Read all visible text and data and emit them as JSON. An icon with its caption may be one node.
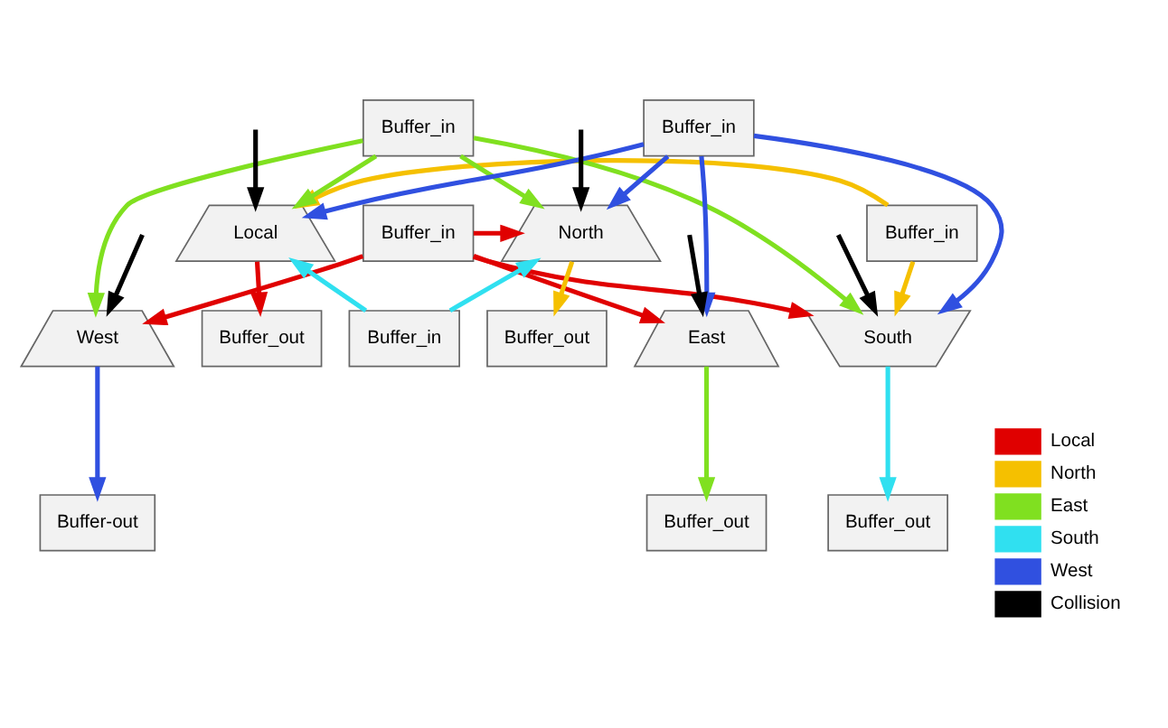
{
  "diagram": {
    "nodes": [
      {
        "text": [
          "Buffer_out"
        ]
      },
      {
        "text": [
          "Local"
        ]
      },
      {
        "text": [
          "Buffer_in"
        ]
      },
      {
        "text": [
          "Buffer_out"
        ]
      },
      {
        "text": [
          "North"
        ]
      },
      {
        "text": [
          "Buffer_in"
        ]
      },
      {
        "text": [
          "East"
        ]
      },
      {
        "text": [
          "Buffer_in"
        ]
      },
      {
        "text": [
          "Buffer_out"
        ]
      },
      {
        "text": [
          "Buffer-out"
        ]
      },
      {
        "text": [
          "West"
        ]
      },
      {
        "text": [
          "Buffer_in"
        ]
      },
      {
        "text": [
          "South"
        ]
      },
      {
        "text": [
          "Buffer_in"
        ]
      },
      {
        "text": [
          "Buffer_out"
        ]
      }
    ],
    "edges": [
      {
        "from": 1,
        "to": 0,
        "arrow": "to",
        "color": "#e00000"
      },
      {
        "from": 4,
        "to": 3,
        "arrow": "to",
        "color": "#f5c000"
      },
      {
        "from": 6,
        "to": 8,
        "arrow": "to",
        "color": "#80e020"
      },
      {
        "from": 10,
        "to": 9,
        "arrow": "to",
        "color": "#3050e0"
      },
      {
        "from": 12,
        "to": 14,
        "arrow": "to",
        "color": "#30e0f0"
      },
      {
        "from": 2,
        "to": 4,
        "arrow": "to",
        "color": "#e00000"
      },
      {
        "from": 2,
        "to": 6,
        "arrow": "to",
        "color": "#e00000"
      },
      {
        "from": 2,
        "to": 12,
        "arrow": "to",
        "color": "#e00000"
      },
      {
        "from": 2,
        "to": 10,
        "arrow": "to",
        "color": "#e00000"
      },
      {
        "from": 5,
        "to": 1,
        "arrow": "to",
        "color": "#f5c000"
      },
      {
        "from": 5,
        "to": 12,
        "arrow": "to",
        "color": "#f5c000"
      },
      {
        "from": 7,
        "to": 1,
        "arrow": "to",
        "color": "#80e020"
      },
      {
        "from": 7,
        "to": 4,
        "arrow": "to",
        "color": "#80e020"
      },
      {
        "from": 7,
        "to": 12,
        "arrow": "to",
        "color": "#80e020"
      },
      {
        "from": 7,
        "to": 10,
        "arrow": "to",
        "color": "#80e020"
      },
      {
        "from": 11,
        "to": 1,
        "arrow": "to",
        "color": "#3050e0"
      },
      {
        "from": 11,
        "to": 4,
        "arrow": "to",
        "color": "#3050e0"
      },
      {
        "from": 11,
        "to": 6,
        "arrow": "to",
        "color": "#3050e0"
      },
      {
        "from": 11,
        "to": 12,
        "arrow": "to",
        "color": "#3050e0"
      },
      {
        "from": 13,
        "to": 1,
        "arrow": "to",
        "color": "#30e0f0"
      },
      {
        "from": 13,
        "to": 4,
        "arrow": "to",
        "color": "#30e0f0"
      },
      {
        "from": null,
        "to": 1,
        "arrow": "to",
        "color": "#000000"
      },
      {
        "from": null,
        "to": 4,
        "arrow": "to",
        "color": "#000000"
      },
      {
        "from": null,
        "to": 6,
        "arrow": "to",
        "color": "#000000"
      },
      {
        "from": null,
        "to": 10,
        "arrow": "to",
        "color": "#000000"
      },
      {
        "from": null,
        "to": 12,
        "arrow": "to",
        "color": "#000000"
      }
    ],
    "legend": [
      {
        "text": "Local",
        "color": "#e00000"
      },
      {
        "text": "North",
        "color": "#f5c000"
      },
      {
        "text": "East",
        "color": "#80e020"
      },
      {
        "text": "South",
        "color": "#30e0f0"
      },
      {
        "text": "West",
        "color": "#3050e0"
      },
      {
        "text": "Collision",
        "color": "#000000"
      }
    ]
  }
}
